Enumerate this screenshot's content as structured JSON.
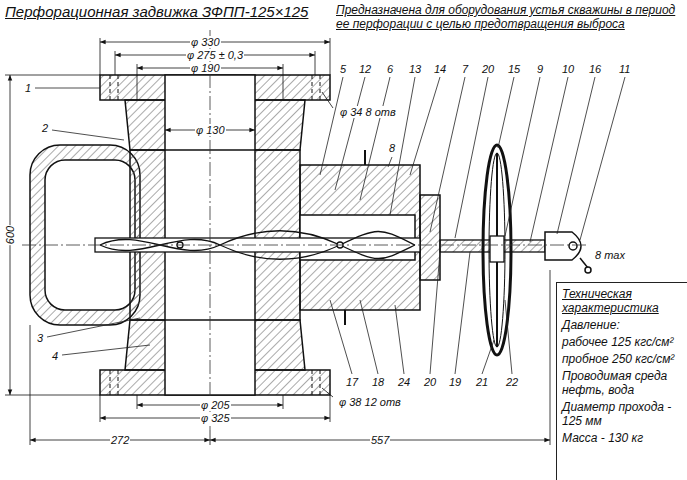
{
  "diagram": {
    "title": "Перфорационная задвижка ЗФПП-125×125",
    "nodes": [
      {
        "text": [
          "Техническая характеристика",
          "Давление:",
          "рабочее 125 кгс/см²",
          "пробное 250 кгс/см²",
          "Проводимая среда нефть, вода",
          "Диаметр прохода - 125 мм",
          "Масса - 130 кг"
        ]
      }
    ],
    "labels": [
      "Предназначена для оборудования устья скважины в период ее перфорации с целью предотвращения выброса",
      "φ 330",
      "φ 275 ± 0,3",
      "φ 190",
      "φ 130",
      "φ 34 8 отв",
      "φ 38 12 отв",
      "φ 205",
      "φ 325",
      "600",
      "272",
      "557",
      "8 max",
      "5",
      "12",
      "6",
      "13",
      "14",
      "7",
      "20",
      "15",
      "9",
      "10",
      "16",
      "11",
      "1",
      "2",
      "3",
      "4",
      "8",
      "17",
      "18",
      "24",
      "20",
      "19",
      "21",
      "22"
    ]
  }
}
